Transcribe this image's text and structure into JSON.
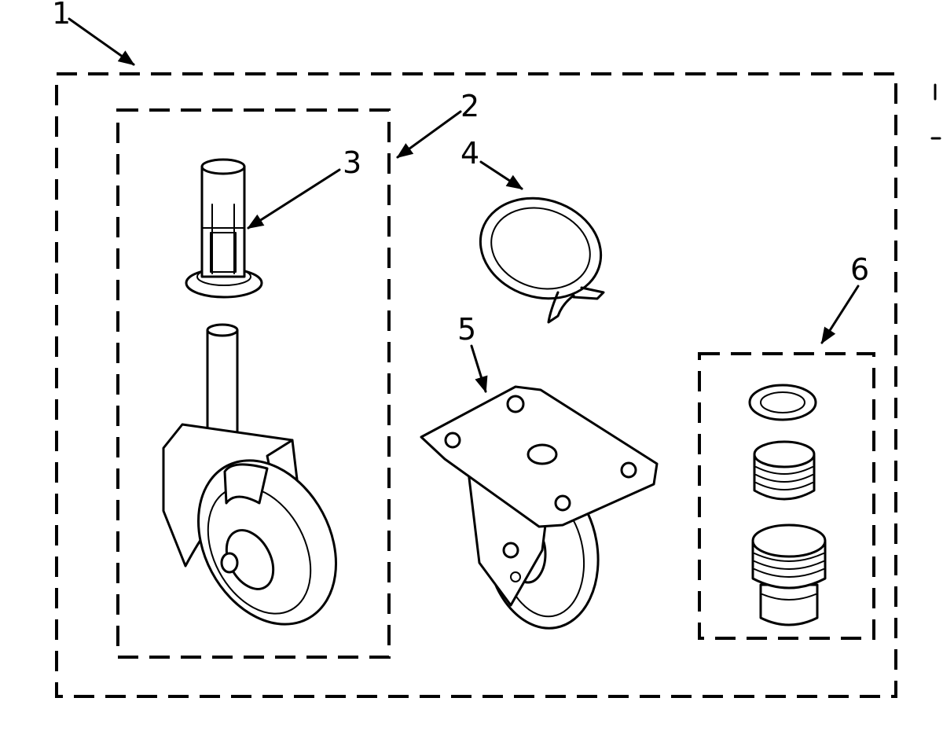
{
  "callouts": {
    "kit": "1",
    "caster_swivel": "2",
    "socket": "3",
    "ring": "4",
    "caster_rigid": "5",
    "fittings": "6"
  },
  "colors": {
    "line": "#000000",
    "background": "#ffffff"
  }
}
